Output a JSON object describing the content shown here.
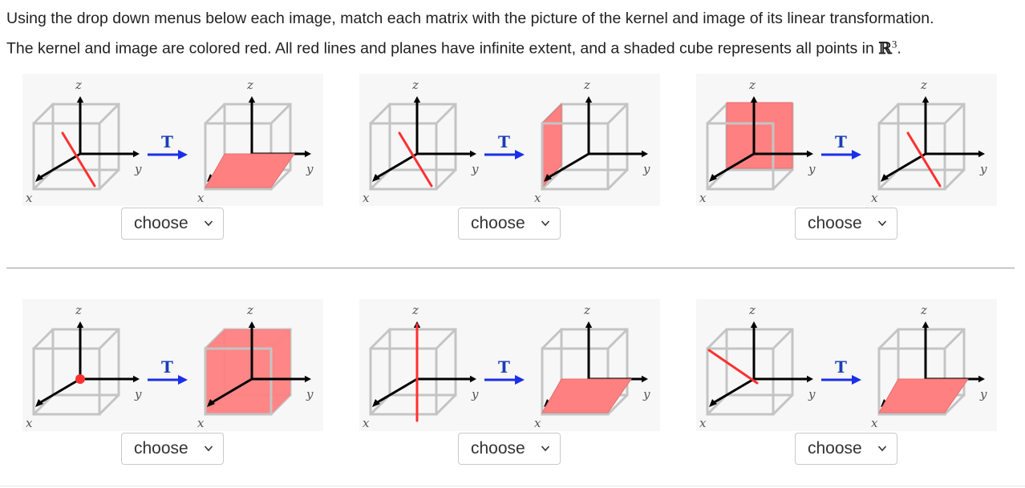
{
  "instructions": {
    "line1": "Using the drop down menus below each image, match each matrix with the picture of the kernel and image of its linear transformation.",
    "line2": "The kernel and image are colored red. All red lines and planes have infinite extent, and a shaded cube represents all points in",
    "r_symbol": "ℝ",
    "r_exponent": "3",
    "line2_end": "."
  },
  "axis_labels": {
    "x": "x",
    "y": "y",
    "z": "z",
    "transform": "T"
  },
  "colors": {
    "red": "#ff3030",
    "red_fill": "#ff8080",
    "cube": "#c4c4c4",
    "arrow": "#1a2fe8"
  },
  "problems": [
    {
      "kernel": "line-xy-diagonal",
      "image": "plane-xy",
      "select_label": "choose"
    },
    {
      "kernel": "line-xy-diagonal",
      "image": "plane-xz",
      "select_label": "choose"
    },
    {
      "kernel": "plane-yz",
      "image": "line-xy-diagonal",
      "select_label": "choose"
    },
    {
      "kernel": "point-origin",
      "image": "all-of-R3",
      "select_label": "choose"
    },
    {
      "kernel": "line-z-axis",
      "image": "plane-xy",
      "select_label": "choose"
    },
    {
      "kernel": "line-xz-diagonal",
      "image": "plane-xy",
      "select_label": "choose"
    }
  ]
}
